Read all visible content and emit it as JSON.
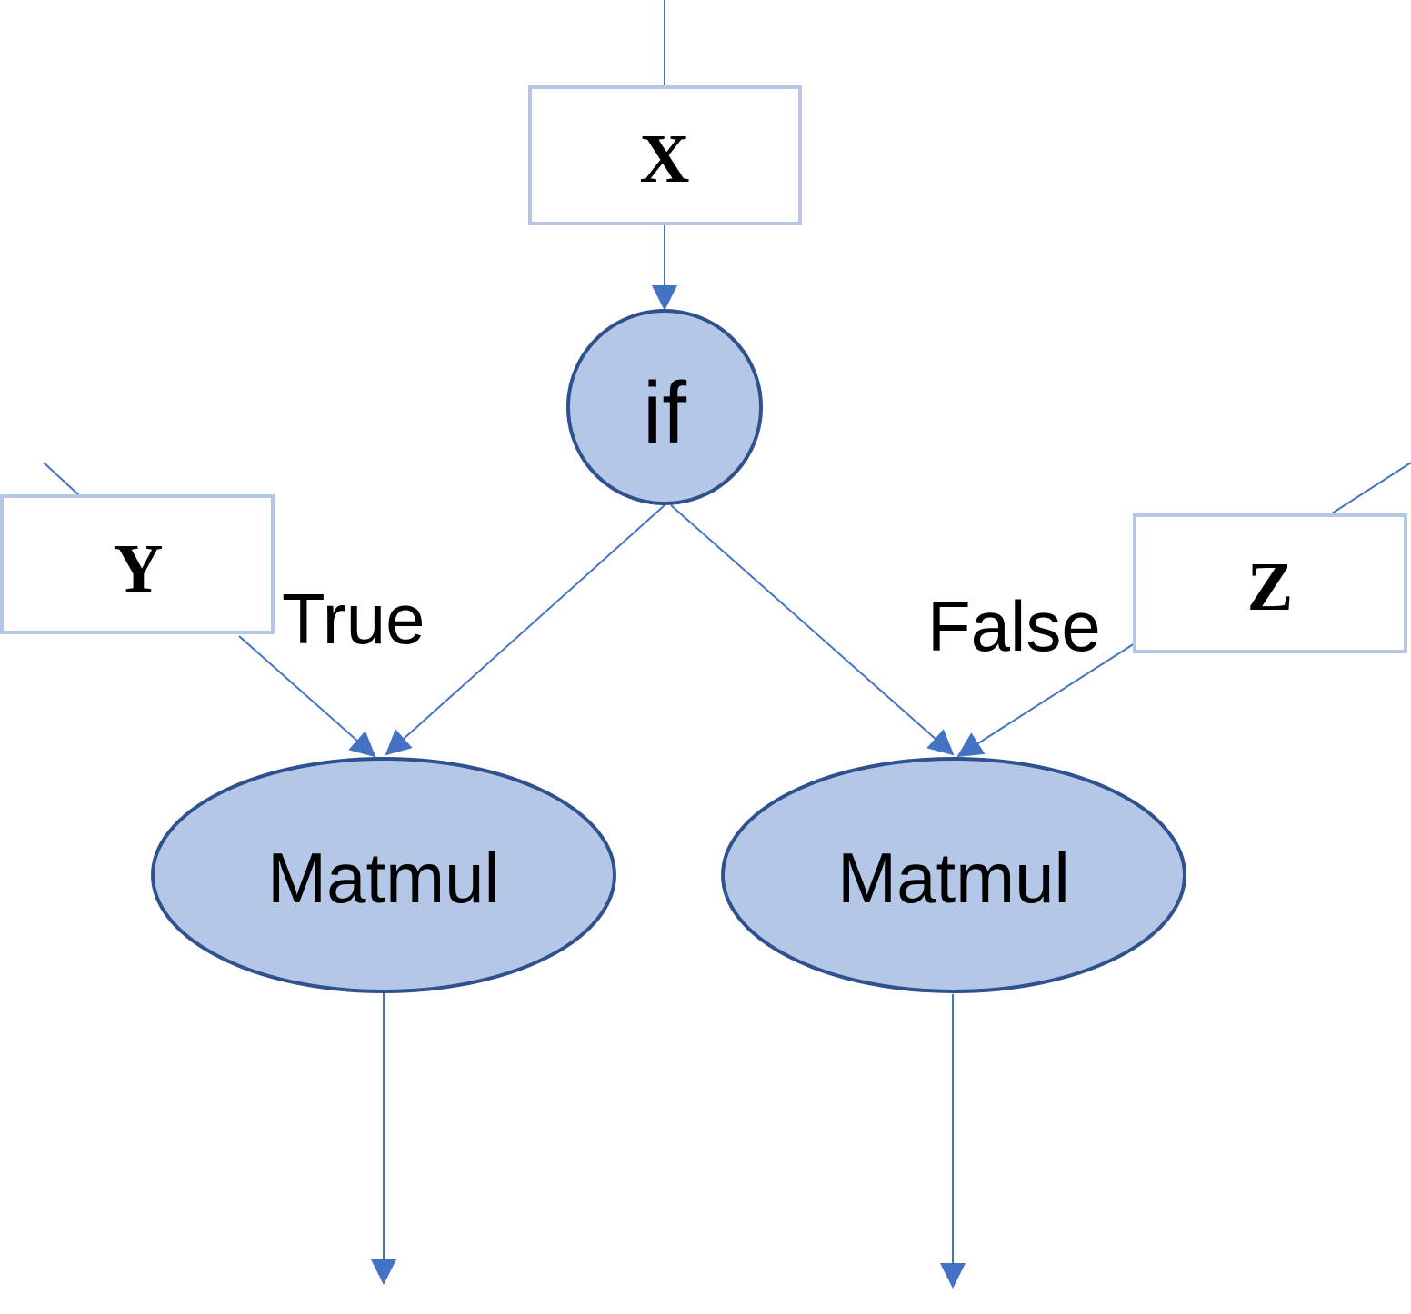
{
  "diagram": {
    "nodes": {
      "x": {
        "label": "X"
      },
      "y": {
        "label": "Y"
      },
      "z": {
        "label": "Z"
      },
      "if": {
        "label": "if"
      },
      "matmul_true": {
        "label": "Matmul"
      },
      "matmul_false": {
        "label": "Matmul"
      }
    },
    "edges": {
      "true_label": "True",
      "false_label": "False"
    },
    "colors": {
      "edge": "#4472c4",
      "node_fill": "#b4c7e7",
      "node_stroke": "#2f528f",
      "tensor_border": "#b4c7e7"
    }
  }
}
